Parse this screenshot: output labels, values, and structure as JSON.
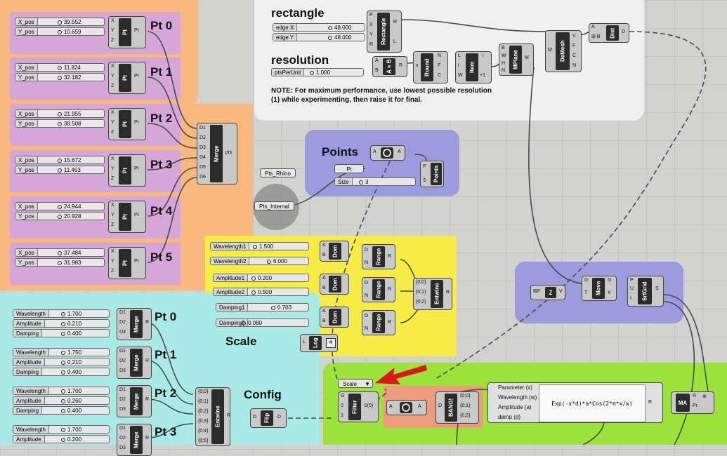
{
  "groups": {
    "rectangle": "rectangle",
    "resolution": "resolution",
    "points": "Points",
    "scale": "Scale",
    "config": "Config",
    "pt0": "Pt 0",
    "pt1": "Pt 1",
    "pt2": "Pt 2",
    "pt3": "Pt 3",
    "pt4": "Pt 4",
    "pt5": "Pt 5",
    "cpt0": "Pt 0",
    "cpt1": "Pt 1",
    "cpt2": "Pt 2",
    "cpt3": "Pt 3"
  },
  "note": "NOTE: For maximum performance, use lowest possible resolution (1) while experimenting, then raise it for final.",
  "point_sliders": [
    {
      "x_label": "X_pos",
      "x_val": "39.552",
      "y_label": "Y_pos",
      "y_val": "10.659"
    },
    {
      "x_label": "X_pos",
      "x_val": "11.824",
      "y_label": "Y_pos",
      "y_val": "32.182"
    },
    {
      "x_label": "X_pos",
      "x_val": "21.955",
      "y_label": "Y_pos",
      "y_val": "38.508"
    },
    {
      "x_label": "X_pos",
      "x_val": "15.672",
      "y_label": "Y_pos",
      "y_val": "11.453"
    },
    {
      "x_label": "X_pos",
      "x_val": "24.944",
      "y_label": "Y_pos",
      "y_val": "20.928"
    },
    {
      "x_label": "X_pos",
      "x_val": "37.484",
      "y_label": "Y_pos",
      "y_val": "31.983"
    }
  ],
  "rect_sliders": [
    {
      "label": "edge X",
      "val": "48.000"
    },
    {
      "label": "edge Y",
      "val": "48.000"
    }
  ],
  "res_slider": {
    "label": "ptsPerUnit",
    "val": "1.000"
  },
  "size_slider": {
    "label": "Size",
    "val": "3"
  },
  "scale_sliders": [
    {
      "label": "Wavelength1",
      "val": "1.500"
    },
    {
      "label": "Wavelength2",
      "val": "6.000"
    },
    {
      "label": "Amplitude1",
      "val": "0.200"
    },
    {
      "label": "Amplitude2",
      "val": "0.500"
    },
    {
      "label": "Damping1",
      "val": "0.703"
    },
    {
      "label": "Damping2",
      "val": "0.080"
    }
  ],
  "config_sliders": [
    {
      "w": "1.700",
      "a": "0.210",
      "d": "0.400"
    },
    {
      "w": "1.750",
      "a": "0.210",
      "d": "0.400"
    },
    {
      "w": "1.700",
      "a": "0.260",
      "d": "0.400"
    },
    {
      "w": "1.700",
      "a": "0.200",
      "d": ""
    }
  ],
  "config_labels": {
    "w": "Wavelength",
    "a": "Amplitude",
    "d": "Damping"
  },
  "components": {
    "pt": "Pt",
    "merge": "Merge",
    "rectangle": "Rectangle",
    "axb": "A×B",
    "round": "Round",
    "item": "Item",
    "mplane": "MPlane",
    "demesh": "DeMesh",
    "dist": "Dist",
    "points": "Points",
    "dom": "Dom",
    "range": "Range",
    "entwine": "Entwine",
    "log": "Log",
    "move": "Move",
    "srfgrid": "SrfGrid",
    "z": "Z",
    "filter": "Filter",
    "bang": "BANG!",
    "flip": "Flip",
    "ma": "MA"
  },
  "params": {
    "pts_rhino": "Pts_Rhino",
    "pts_internal": "Pts_Internal",
    "pt": "Pt",
    "scale": "Scale"
  },
  "expr": {
    "inputs": [
      "Parameter (x)",
      "Wavelength (w)",
      "Amplitude (a)",
      "damp (d)"
    ],
    "formula": "Exp(-x*d)*a*Cos(2*π*x/w)"
  },
  "pins": {
    "merge_out": "pts",
    "pt_out": "Pt",
    "d": [
      "D1",
      "D2",
      "D3",
      "D4",
      "D5",
      "D6"
    ],
    "xyz": [
      "X",
      "Y",
      "Z"
    ],
    "entwine": [
      "{0;0}",
      "{0;1}",
      "{0;2}",
      "{0;3}",
      "{0;4}",
      "{0;5}"
    ]
  },
  "colors": {
    "orange": "#f9b87e",
    "purple": "#d7a6d9",
    "yellow": "#f7ec45",
    "cyan": "#a9eae6",
    "lav": "#9d9ade",
    "green": "#9be23a",
    "salmon": "#ee9a7c",
    "white": "#f0f0f0"
  }
}
